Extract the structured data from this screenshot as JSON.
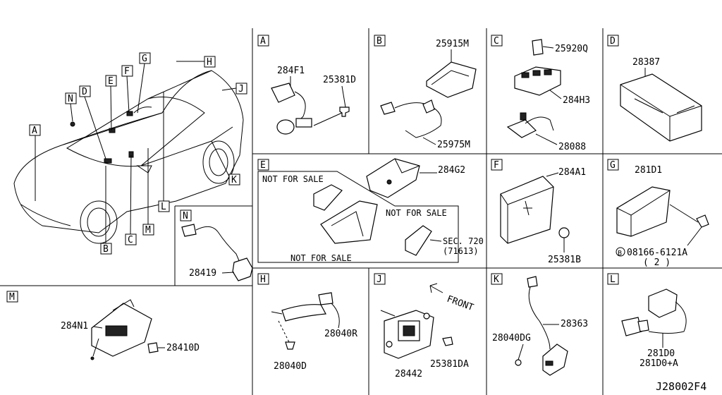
{
  "diagram_id": "J28002F4",
  "sections": {
    "A": {
      "letter": "A",
      "parts": [
        "284F1",
        "25381D"
      ]
    },
    "B": {
      "letter": "B",
      "parts": [
        "25915M",
        "25975M"
      ]
    },
    "C": {
      "letter": "C",
      "parts": [
        "25920Q",
        "284H3",
        "28088"
      ]
    },
    "D": {
      "letter": "D",
      "parts": [
        "28387"
      ]
    },
    "E": {
      "letter": "E",
      "parts": [
        "284G2"
      ],
      "nfs1": "NOT FOR SALE",
      "nfs2": "NOT FOR SALE",
      "nfs3": "NOT FOR SALE",
      "sec": "SEC. 720",
      "sec_sub": "(71613)"
    },
    "F": {
      "letter": "F",
      "parts": [
        "284A1",
        "25381B"
      ]
    },
    "G": {
      "letter": "G",
      "parts": [
        "281D1"
      ],
      "bolt": "08166-6121A",
      "bolt_prefix": "B",
      "qty": "( 2 )"
    },
    "H": {
      "letter": "H",
      "parts": [
        "28040R",
        "28040D"
      ]
    },
    "J": {
      "letter": "J",
      "parts": [
        "28442",
        "25381DA"
      ],
      "front": "FRONT"
    },
    "K": {
      "letter": "K",
      "parts": [
        "28363",
        "28040DG"
      ]
    },
    "L": {
      "letter": "L",
      "parts": [
        "281D0",
        "281D0+A"
      ]
    },
    "M": {
      "letter": "M",
      "parts": [
        "284N1",
        "28410D"
      ]
    },
    "N": {
      "letter": "N",
      "parts": [
        "28419"
      ]
    }
  },
  "car_callouts": [
    "A",
    "B",
    "C",
    "D",
    "E",
    "F",
    "G",
    "H",
    "J",
    "K",
    "L",
    "M",
    "N"
  ]
}
